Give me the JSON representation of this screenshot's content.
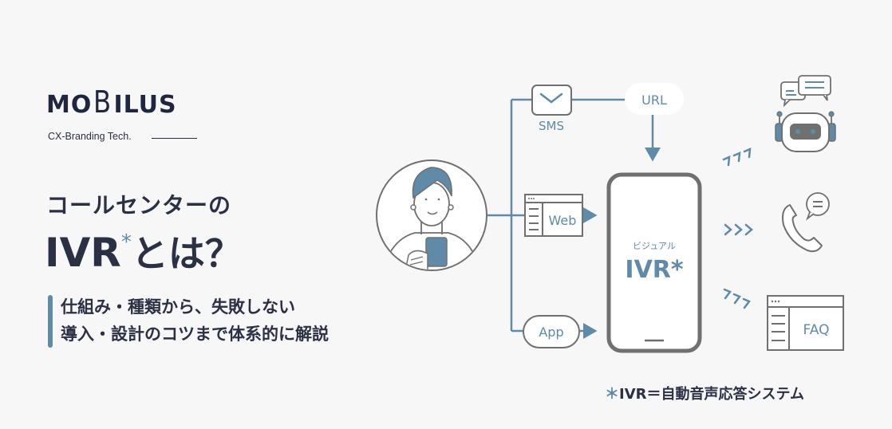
{
  "brand": {
    "name_left": "MO",
    "name_b": "B",
    "name_right": "ILUS",
    "tagline": "CX-Branding Tech."
  },
  "headline": {
    "line1": "コールセンターの",
    "line2_prefix": "IVR",
    "line2_asterisk": "*",
    "line2_suffix": "とは？"
  },
  "subheadline": {
    "line1": "仕組み・種類から、失敗しない",
    "line2": "導入・設計のコツまで体系的に解説"
  },
  "diagram": {
    "channels": {
      "sms_label": "SMS",
      "url_label": "URL",
      "web_label": "Web",
      "app_label": "App"
    },
    "phone": {
      "label_small": "ビジュアル",
      "label_large": "IVR*"
    },
    "outputs": {
      "faq_label": "FAQ"
    },
    "colors": {
      "accent": "#5f8aa8",
      "stroke": "#707070",
      "text_dark": "#2b3045",
      "background": "#f7f7f7"
    }
  },
  "footnote": {
    "asterisk": "＊",
    "text": "IVR＝自動音声応答システム"
  }
}
